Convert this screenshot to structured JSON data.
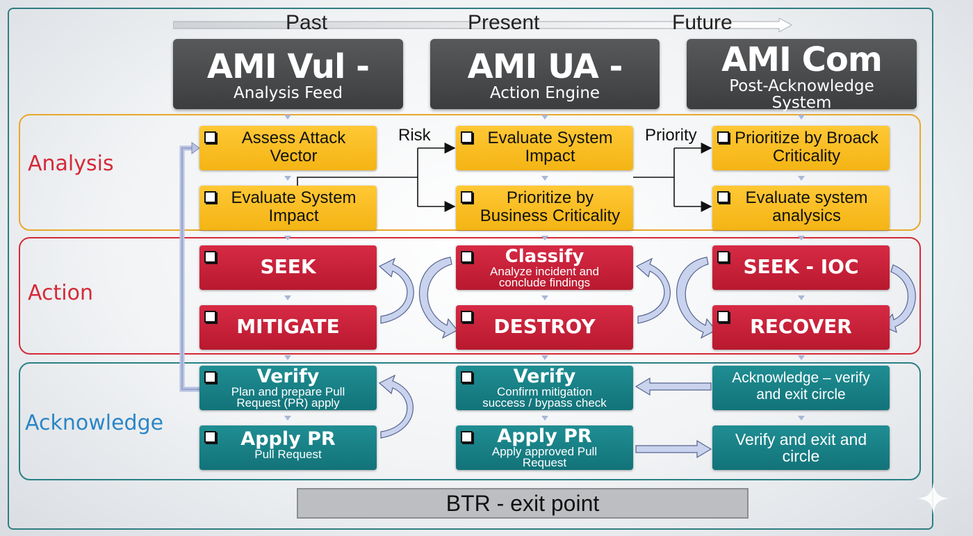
{
  "timeline": {
    "past": "Past",
    "present": "Present",
    "future": "Future"
  },
  "headers": [
    {
      "title": "AMI Vul -",
      "subtitle": "Analysis Feed"
    },
    {
      "title": "AMI UA -",
      "subtitle": "Action Engine"
    },
    {
      "title": "AMI Com",
      "subtitle": "Post-Acknowledge System"
    }
  ],
  "bands": {
    "analysis": {
      "label": "Analysis",
      "color": "#e8a82a",
      "label_color": "#d42a37"
    },
    "action": {
      "label": "Action",
      "color": "#d42a37",
      "label_color": "#d42a37"
    },
    "acknowledge": {
      "label": "Acknowledge",
      "color": "#2a7f85",
      "label_color": "#2a86c6"
    }
  },
  "annotations": {
    "risk": "Risk",
    "priority": "Priority"
  },
  "analysis_boxes": {
    "c1r1": "Assess Attack Vector",
    "c1r2": "Evaluate System Impact",
    "c2r1": "Evaluate System Impact",
    "c2r2": "Prioritize by Business Criticality",
    "c3r1": "Prioritize by Broack Criticality",
    "c3r2": "Evaluate system analysics"
  },
  "action_boxes": {
    "c1r1": "SEEK",
    "c1r2": "MITIGATE",
    "c2r1": {
      "title": "Classify",
      "sub": "Analyze incident and conclude findings"
    },
    "c2r2": "DESTROY",
    "c3r1": "SEEK - IOC",
    "c3r2": "RECOVER"
  },
  "ack_boxes": {
    "c1r1": {
      "title": "Verify",
      "sub": "Plan and prepare Pull Request (PR) apply"
    },
    "c1r2": {
      "title": "Apply PR",
      "sub": "Pull Request"
    },
    "c2r1": {
      "title": "Verify",
      "sub": "Confirm mitigation success / bypass check"
    },
    "c2r2": {
      "title": "Apply PR",
      "sub": "Apply approved Pull Request"
    },
    "c3r1": "Acknowledge – verify and exit circle",
    "c3r2": "Verify and exit and circle"
  },
  "exit_point": "BTR - exit point",
  "colors": {
    "yellow": "#f4b414",
    "red": "#c41f36",
    "teal": "#177f85",
    "header": "#48494b"
  }
}
